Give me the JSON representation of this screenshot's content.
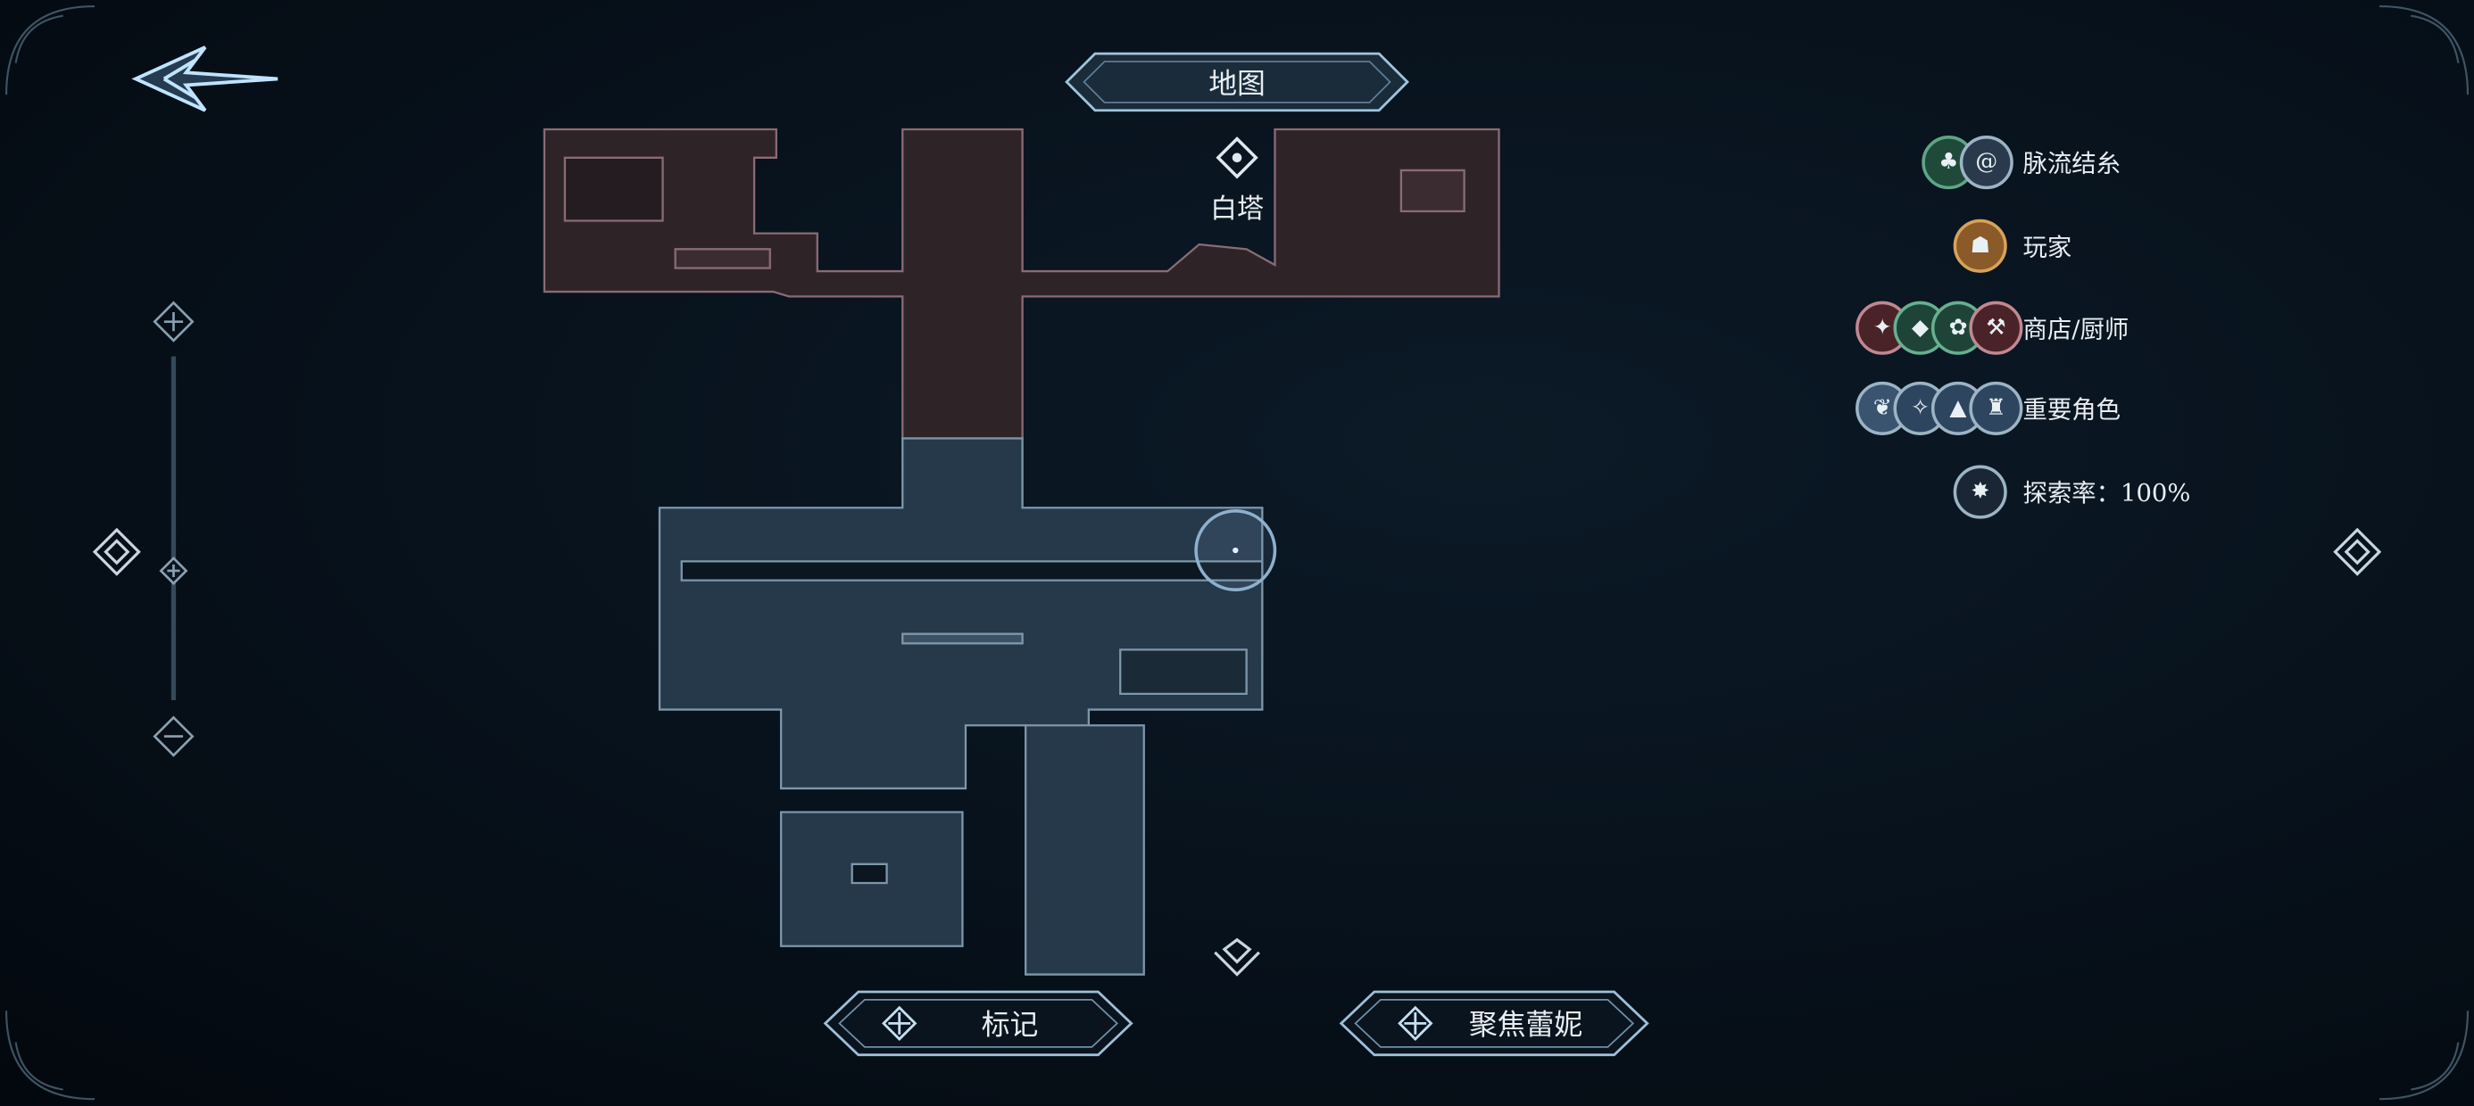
{
  "header": {
    "title": "地图",
    "back_icon": "back-arrow-icon"
  },
  "map": {
    "location_label": "白塔",
    "location_icon": "waypoint-diamond-icon",
    "player_marker": "player-position-ring"
  },
  "legend": [
    {
      "label": "脉流结糸",
      "icons": [
        "tree",
        "spiral"
      ],
      "colors": [
        "#1f4a3a",
        "#2a3a4c"
      ]
    },
    {
      "label": "玩家",
      "icons": [
        "player"
      ],
      "colors": [
        "#8a5a28"
      ]
    },
    {
      "label": "商店/厨师",
      "icons": [
        "shop",
        "shop",
        "shop",
        "cook"
      ],
      "colors": [
        "#4a2328",
        "#1e4438",
        "#1e4438",
        "#4a2328"
      ]
    },
    {
      "label": "重要角色",
      "icons": [
        "npc",
        "npc",
        "npc",
        "npc"
      ],
      "colors": [
        "#3a5470",
        "#2e4560",
        "#2e4560",
        "#2e4560"
      ]
    },
    {
      "label": "探索率：100%",
      "icons": [
        "compass"
      ],
      "colors": [
        "#1a2633"
      ]
    }
  ],
  "exploration_rate_percent": 100,
  "zoom": {
    "plus_icon": "zoom-in-icon",
    "minus_icon": "zoom-out-icon",
    "level": 0.37
  },
  "buttons": {
    "mark": "标记",
    "focus": "聚焦蕾妮"
  },
  "colors": {
    "upper_area": "#2e2428",
    "lower_area": "#26394a",
    "accent": "#a8d4f0"
  }
}
